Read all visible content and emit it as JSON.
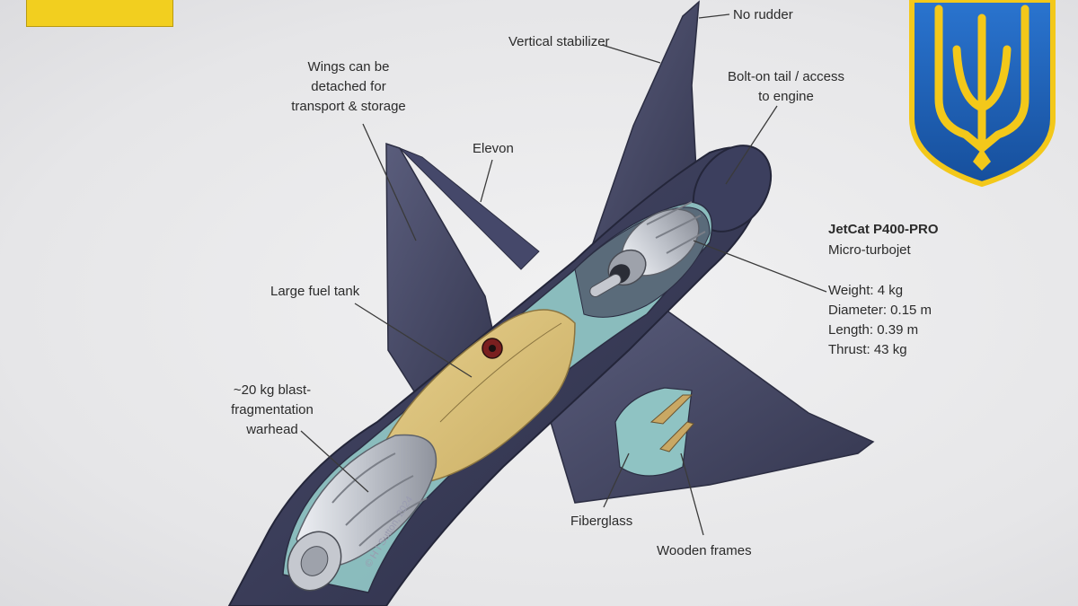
{
  "colors": {
    "background": "#e9e9eb",
    "flag_yellow": "#f2cf1f",
    "emblem_blue": "#1b5fb5",
    "emblem_gold": "#f3c81a",
    "airframe": "#3a3d5a",
    "fuel_tank": "#d9bf78",
    "fiberglass": "#8fc3c3",
    "engine_metal": "#c9ccd3"
  },
  "labels": {
    "no_rudder": "No rudder",
    "vertical_stabilizer": "Vertical stabilizer",
    "wings_detached": "Wings can be\ndetached for\ntransport & storage",
    "bolt_on_tail": "Bolt-on tail / access\nto engine",
    "elevon": "Elevon",
    "engine_name": "JetCat P400-PRO",
    "engine_type": "Micro-turbojet",
    "engine_specs": "Weight: 4 kg\nDiameter: 0.15 m\nLength: 0.39 m\nThrust: 43 kg",
    "fuel_tank": "Large fuel tank",
    "warhead": "~20 kg blast-\nfragmentation\nwarhead",
    "fiberglass": "Fiberglass",
    "wooden_frames": "Wooden frames",
    "credit": "© H I Sutton, 2024"
  },
  "icons": {
    "emblem": "ukraine-trident-emblem-icon",
    "flag": "yellow-flag-block"
  }
}
